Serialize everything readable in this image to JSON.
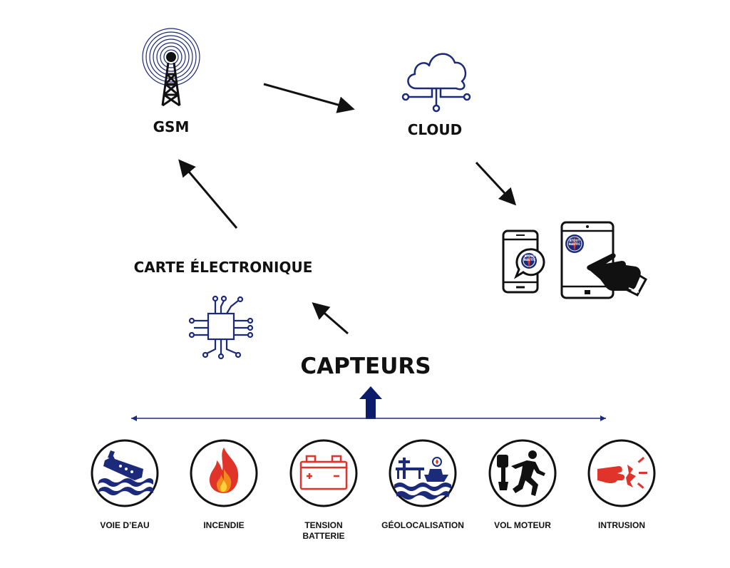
{
  "nodes": {
    "gsm": "GSM",
    "cloud": "CLOUD",
    "board": "CARTE ÉLECTRONIQUE",
    "sensors": "CAPTEURS"
  },
  "app_logo_text": [
    "ATOUT",
    "NAUTIC"
  ],
  "sensors": [
    {
      "label": "VOIE D’EAU",
      "icon": "sinking-ship-icon"
    },
    {
      "label": "INCENDIE",
      "icon": "flame-icon"
    },
    {
      "label": "TENSION\nBATTERIE",
      "icon": "battery-icon"
    },
    {
      "label": "GÉOLOCALISATION",
      "icon": "harbor-boat-icon"
    },
    {
      "label": "VOL MOTEUR",
      "icon": "thief-engine-icon"
    },
    {
      "label": "INTRUSION",
      "icon": "broken-lock-icon"
    }
  ],
  "colors": {
    "navy": "#1b2a7a",
    "red": "#e0342a",
    "black": "#111111",
    "orange": "#f08a1c"
  }
}
